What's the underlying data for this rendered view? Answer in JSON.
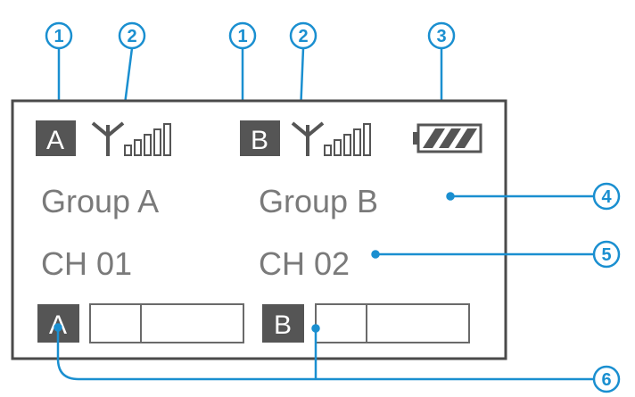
{
  "callouts": {
    "c1a": "1",
    "c2a": "2",
    "c1b": "1",
    "c2b": "2",
    "c3": "3",
    "c4": "4",
    "c5": "5",
    "c6": "6"
  },
  "display": {
    "channel_a_badge": "A",
    "channel_b_badge": "B",
    "group_a": "Group A",
    "group_b": "Group B",
    "ch_a": "CH 01",
    "ch_b": "CH 02",
    "meter_a_badge": "A",
    "meter_b_badge": "B"
  },
  "colors": {
    "callout": "#1a8fd0",
    "lcd_frame": "#4a4a4a",
    "lcd_text": "#7a7a7a",
    "badge_bg": "#555555"
  },
  "icons": {
    "antenna": "antenna-icon",
    "signal": "signal-strength-icon",
    "battery": "battery-icon"
  }
}
